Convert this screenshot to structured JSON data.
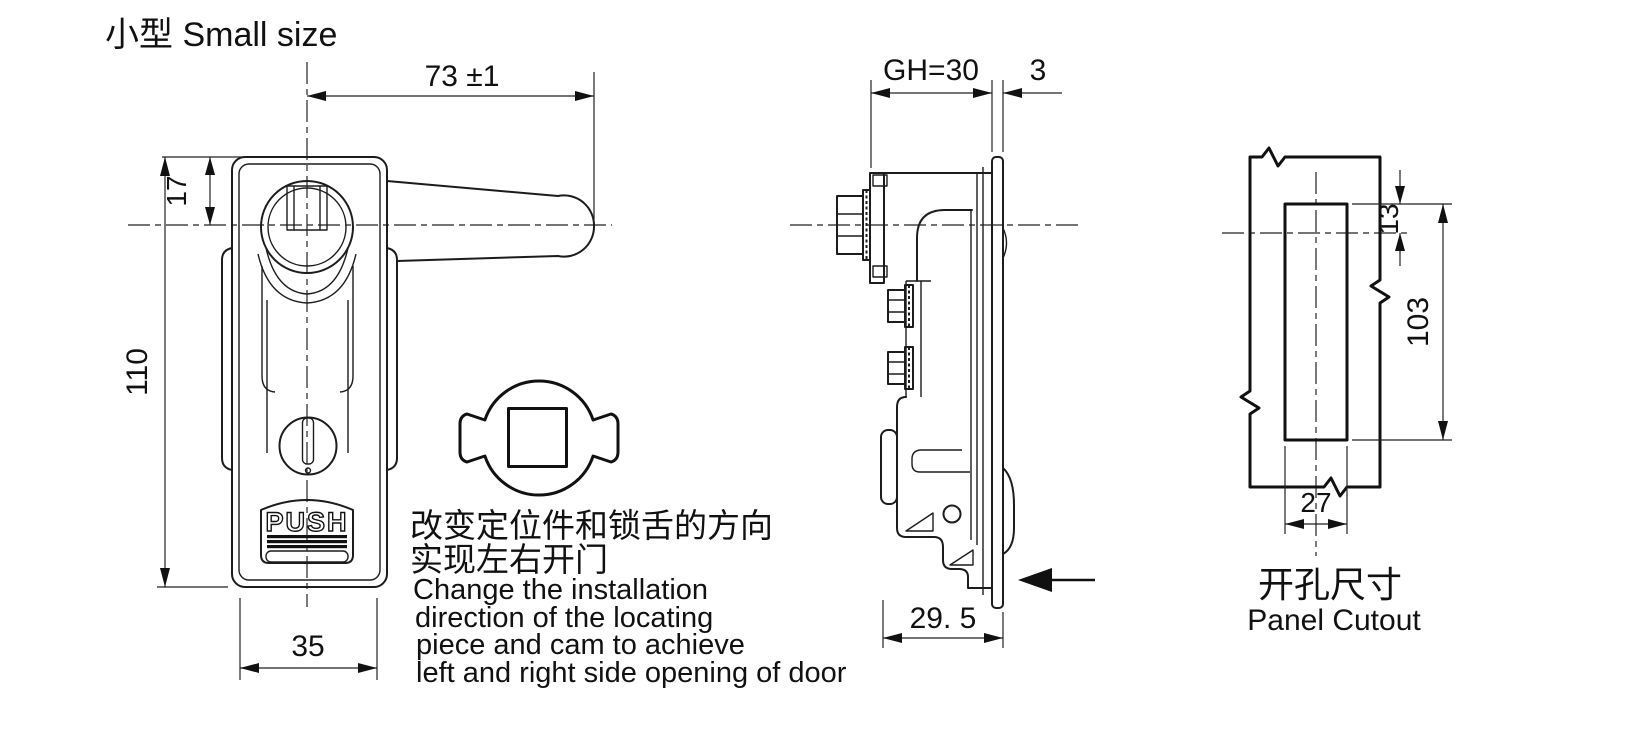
{
  "title": "小型 Small size",
  "front_view": {
    "dim_width_top": "73 ±1",
    "dim_offset_top": "17",
    "dim_height": "110",
    "dim_width_bottom": "35",
    "push_label": "PUSH"
  },
  "side_view": {
    "dim_grip": "GH=30",
    "dim_panel_thickness": "3",
    "dim_depth": "29. 5"
  },
  "cutout_view": {
    "dim_offset": "13",
    "dim_height": "103",
    "dim_width": "27",
    "label_zh": "开孔尺寸",
    "label_en": "Panel Cutout"
  },
  "note": {
    "zh1": "改变定位件和锁舌的方向",
    "zh2": "实现左右开门",
    "en1": "Change the installation",
    "en2": "direction of the locating",
    "en3": "piece and cam to achieve",
    "en4": "left and right side opening of door"
  }
}
